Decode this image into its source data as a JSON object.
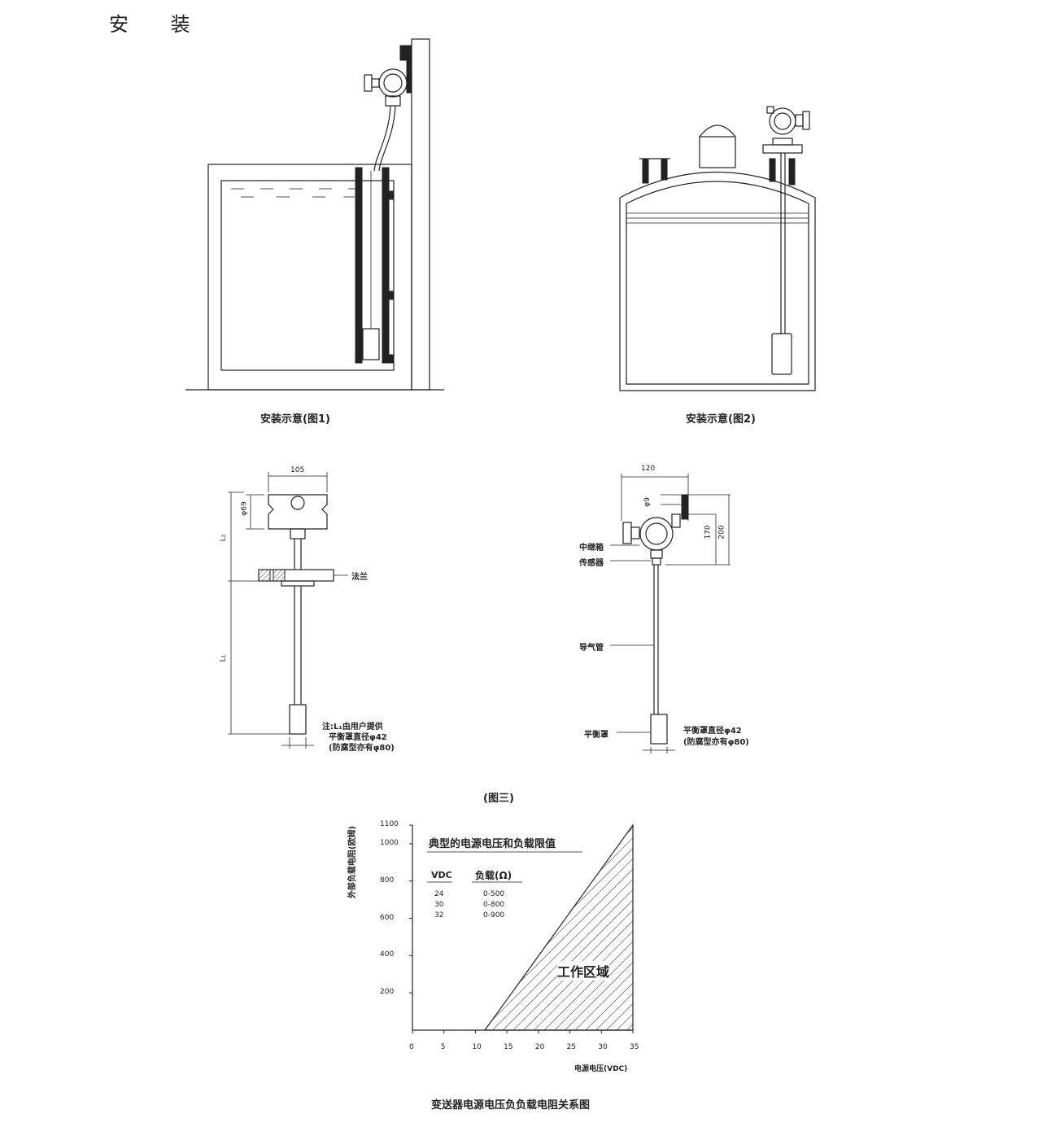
{
  "page": {
    "title": "安 装"
  },
  "figures": {
    "fig1_caption": "安装示意(图1)",
    "fig2_caption": "安装示意(图2)",
    "fig3_caption": "(图三)"
  },
  "drawing_left": {
    "dim_width": "105",
    "dim_phi": "φ69",
    "dim_l2": "L₂",
    "dim_l1": "L₁",
    "flange_label": "法兰",
    "note_line1": "注:L₁由用户提供",
    "note_line2": "平衡罩直径φ42",
    "note_line3": "(防腐型亦有φ80)"
  },
  "drawing_right": {
    "dim_width": "120",
    "dim_phi": "φ9",
    "dim_170": "170",
    "dim_200": "200",
    "label_junction": "中继箱",
    "label_sensor": "传感器",
    "label_pipe": "导气管",
    "label_cover": "平衡罩",
    "note_line1": "平衡罩直径φ42",
    "note_line2": "(防腐型亦有φ80)"
  },
  "chart_data": {
    "type": "area",
    "title": "典型的电源电压和负载限值",
    "xlabel": "电源电压(VDC)",
    "ylabel": "外部负载电阻(欧姆)",
    "x_ticks": [
      "0",
      "5",
      "10",
      "15",
      "20",
      "25",
      "30",
      "35"
    ],
    "y_ticks": [
      "200",
      "400",
      "600",
      "800",
      "1000",
      "1100"
    ],
    "xlim": [
      0,
      35
    ],
    "ylim": [
      0,
      1100
    ],
    "region_label": "工作区域",
    "boundary": {
      "x": [
        11.5,
        35
      ],
      "y": [
        0,
        1100
      ]
    },
    "table": {
      "headers": [
        "VDC",
        "负载(Ω)"
      ],
      "rows": [
        [
          "24",
          "0-500"
        ],
        [
          "30",
          "0-800"
        ],
        [
          "32",
          "0-900"
        ]
      ]
    },
    "caption": "变送器电源电压负负载电阻关系图"
  }
}
